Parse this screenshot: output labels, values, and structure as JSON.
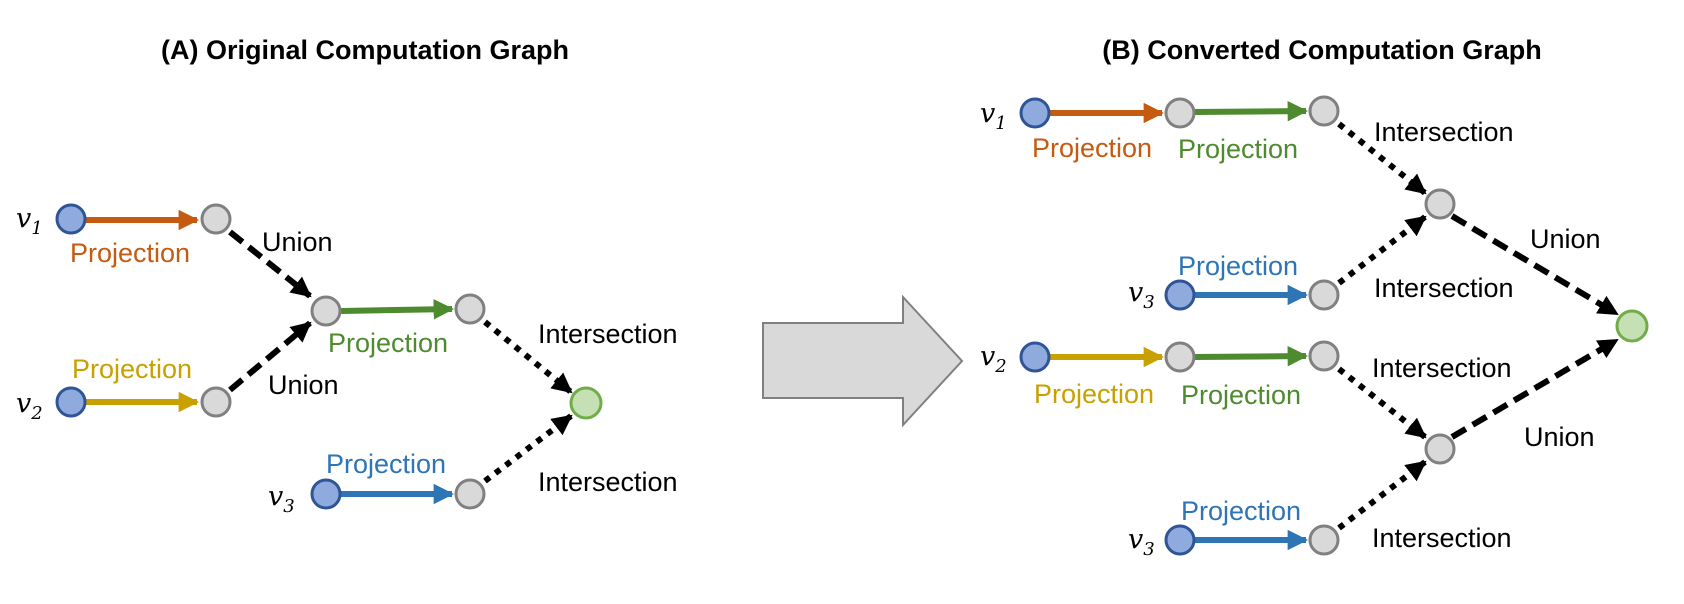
{
  "colors": {
    "orange": "#C55A11",
    "gold": "#C8A000",
    "green": "#4E8A2E",
    "blue": "#2E75B6",
    "black": "#000000",
    "node_blue_fill": "#8FAADC",
    "node_blue_stroke": "#2F5597",
    "node_grey_fill": "#D9D9D9",
    "node_grey_stroke": "#808080",
    "node_green_fill": "#C5E0B4",
    "node_green_stroke": "#70AD47",
    "arrow_fill": "#D9D9D9",
    "arrow_stroke": "#808080"
  },
  "panel_a": {
    "title": "(A) Original Computation Graph",
    "variables": [
      {
        "name": "v",
        "sub": "1"
      },
      {
        "name": "v",
        "sub": "2"
      },
      {
        "name": "v",
        "sub": "3"
      }
    ],
    "labels": {
      "proj_v1": "Projection",
      "proj_v2": "Projection",
      "proj_mid": "Projection",
      "proj_v3": "Projection",
      "union_1": "Union",
      "union_2": "Union",
      "inter_1": "Intersection",
      "inter_2": "Intersection"
    }
  },
  "panel_b": {
    "title": "(B) Converted Computation Graph",
    "variables": [
      {
        "name": "v",
        "sub": "1"
      },
      {
        "name": "v",
        "sub": "3"
      },
      {
        "name": "v",
        "sub": "2"
      },
      {
        "name": "v",
        "sub": "3"
      }
    ],
    "labels": {
      "proj_v1_a": "Projection",
      "proj_v1_b": "Projection",
      "proj_v3_a": "Projection",
      "proj_v2_a": "Projection",
      "proj_v2_b": "Projection",
      "proj_v3_b": "Projection",
      "inter_1": "Intersection",
      "inter_2": "Intersection",
      "inter_3": "Intersection",
      "inter_4": "Intersection",
      "union_1": "Union",
      "union_2": "Union"
    }
  }
}
